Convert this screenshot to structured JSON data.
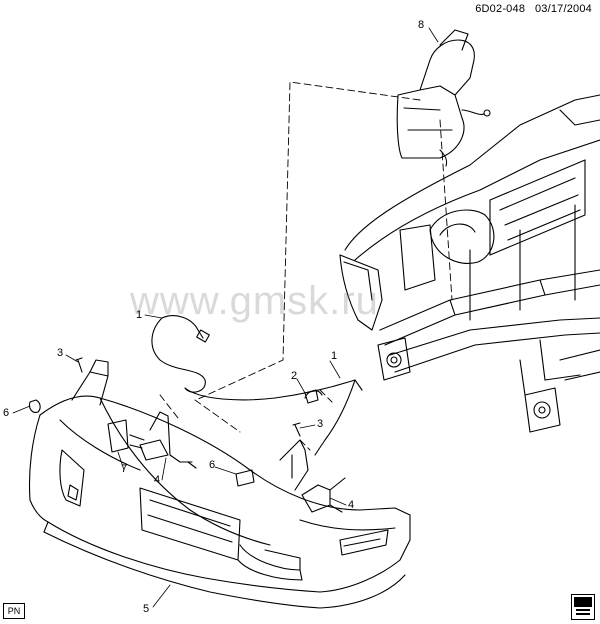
{
  "header": {
    "diagram_id": "6D02-048",
    "date": "03/17/2004"
  },
  "footer": {
    "pn_label": "PN"
  },
  "watermark": {
    "text": "www.gmsk.ru"
  },
  "callouts": [
    {
      "id": "c8",
      "label": "8"
    },
    {
      "id": "c1a",
      "label": "1"
    },
    {
      "id": "c3a",
      "label": "3"
    },
    {
      "id": "c6a",
      "label": "6"
    },
    {
      "id": "c2",
      "label": "2"
    },
    {
      "id": "c1b",
      "label": "1"
    },
    {
      "id": "c3b",
      "label": "3"
    },
    {
      "id": "c7",
      "label": "7"
    },
    {
      "id": "c4a",
      "label": "4"
    },
    {
      "id": "c6b",
      "label": "6"
    },
    {
      "id": "c4b",
      "label": "4"
    },
    {
      "id": "c5",
      "label": "5"
    }
  ]
}
